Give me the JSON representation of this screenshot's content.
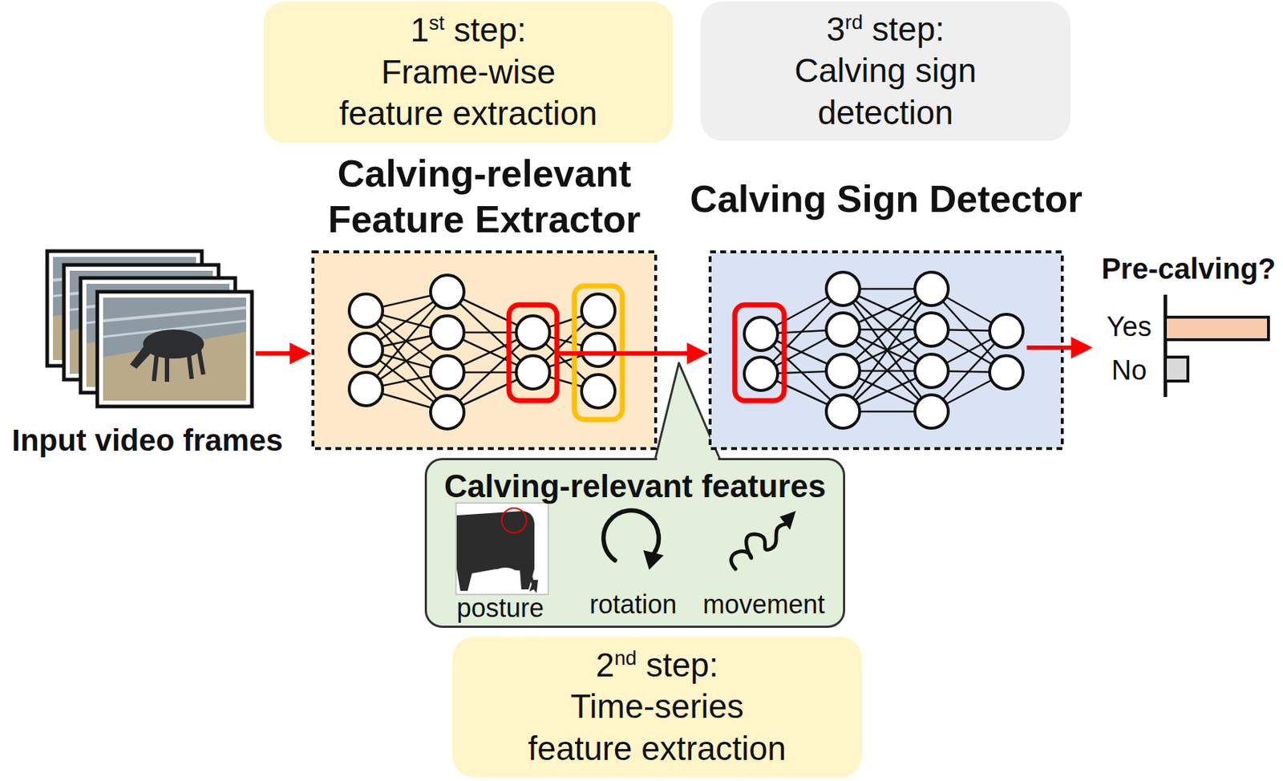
{
  "diagram": {
    "nodes": [
      {
        "text": [
          "1st step:",
          "Frame-wise feature extraction"
        ]
      },
      {
        "text": [
          "3rd step:",
          "Calving sign detection"
        ]
      },
      {
        "text": [
          "Input video frames"
        ]
      },
      {
        "text": [
          "Calving-relevant Feature Extractor"
        ]
      },
      {
        "text": [
          "Calving Sign Detector"
        ]
      },
      {
        "text": [
          "Pre-calving?",
          "Yes",
          "No"
        ]
      },
      {
        "text": [
          "Calving-relevant features",
          "posture",
          "rotation",
          "movement"
        ]
      },
      {
        "text": [
          "2nd step:",
          "Time-series feature extraction"
        ]
      }
    ],
    "edges": [
      {
        "from": 2,
        "to": 3,
        "arrow": "to"
      },
      {
        "from": 3,
        "to": 4,
        "arrow": "to"
      },
      {
        "from": 4,
        "to": 5,
        "arrow": "to"
      }
    ]
  }
}
